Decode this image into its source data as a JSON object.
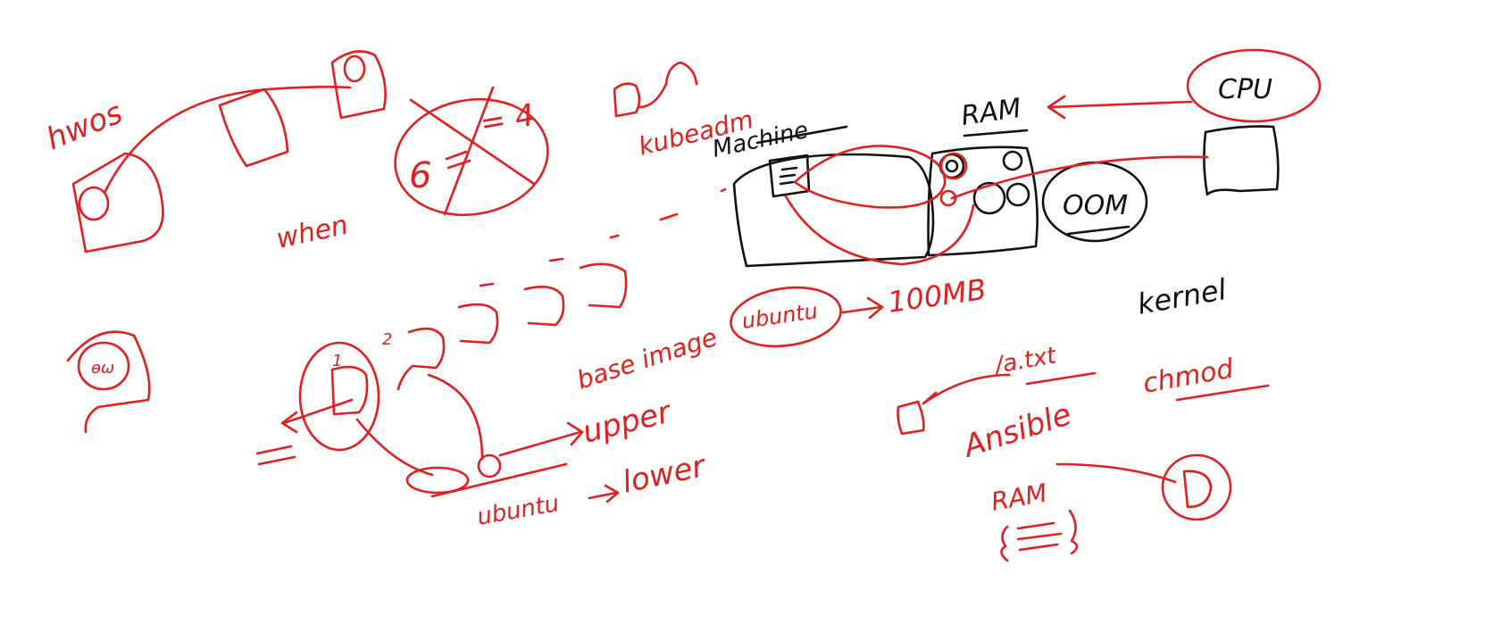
{
  "colors": {
    "red_ink": "#e21f1f",
    "black_ink": "#111111",
    "canvas": "#ffffff"
  },
  "labels": {
    "hwos": "hwos",
    "when": "when",
    "six": "6",
    "eq_four": "= 4",
    "kubeadm": "kubeadm",
    "machine": "Machine",
    "ram_top": "RAM",
    "cpu": "CPU",
    "oom": "OOM",
    "kernel": "kernel",
    "hundred_mb": "100MB",
    "ubuntu_circled": "ubuntu",
    "base_image": "base image",
    "upper": "upper",
    "lower": "lower",
    "ubuntu_bottom": "ubuntu",
    "a_txt": "/a.txt",
    "ansible": "Ansible",
    "chmod": "chmod",
    "ram_bottom": "RAM",
    "num_one": "1",
    "num_two": "2"
  }
}
